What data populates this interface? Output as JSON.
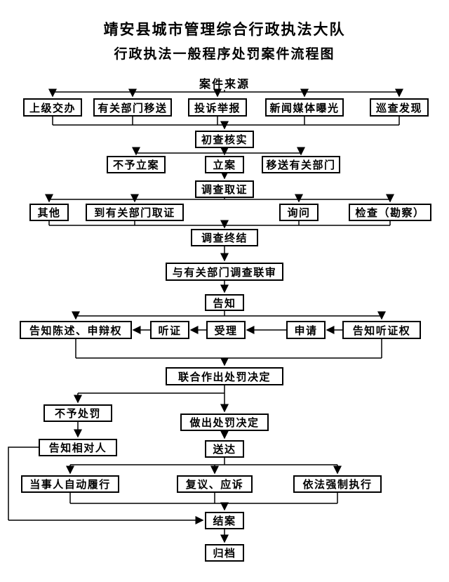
{
  "titles": {
    "line1": "靖安县城市管理综合行政执法大队",
    "line2": "行政执法一般程序处罚案件流程图"
  },
  "labels": {
    "case_source": "案件来源"
  },
  "nodes": {
    "superior_assignment": "上级交办",
    "department_transfer_in": "有关部门移送",
    "complaint_report": "投诉举报",
    "media_exposure": "新闻媒体曝光",
    "patrol_discovery": "巡查发现",
    "initial_verification": "初查核实",
    "no_case_filing": "不予立案",
    "case_filing": "立案",
    "transfer_to_departments": "移送有关部门",
    "evidence_collection": "调查取证",
    "other": "其他",
    "evidence_from_departments": "到有关部门取证",
    "inquiry": "询问",
    "inspection_survey": "检查（勘察）",
    "investigation_conclusion": "调查终结",
    "joint_review": "与有关部门调查联审",
    "notification": "告知",
    "notify_statement_defense_rights": "告知陈述、申辩权",
    "hearing": "听证",
    "acceptance": "受理",
    "application": "申请",
    "notify_hearing_rights": "告知听证权",
    "joint_punishment_decision": "联合作出处罚决定",
    "no_punishment": "不予处罚",
    "punishment_decision": "做出处罚决定",
    "notify_party": "告知相对人",
    "delivery": "送达",
    "voluntary_performance": "当事人自动履行",
    "reconsideration_litigation": "复议、应诉",
    "enforcement": "依法强制执行",
    "case_closed": "结案",
    "archive": "归档"
  }
}
